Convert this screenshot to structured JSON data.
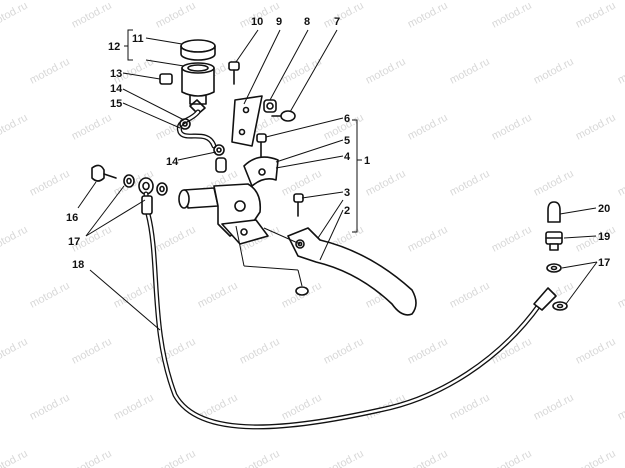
{
  "watermark": "motod.ru",
  "callouts": {
    "c1": "1",
    "c2": "2",
    "c3": "3",
    "c4": "4",
    "c5": "5",
    "c6": "6",
    "c7": "7",
    "c8": "8",
    "c9": "9",
    "c10": "10",
    "c11": "11",
    "c12": "12",
    "c13": "13",
    "c14a": "14",
    "c14b": "14",
    "c15": "15",
    "c16": "16",
    "c17a": "17",
    "c17b": "17",
    "c18": "18",
    "c19": "19",
    "c20": "20"
  }
}
